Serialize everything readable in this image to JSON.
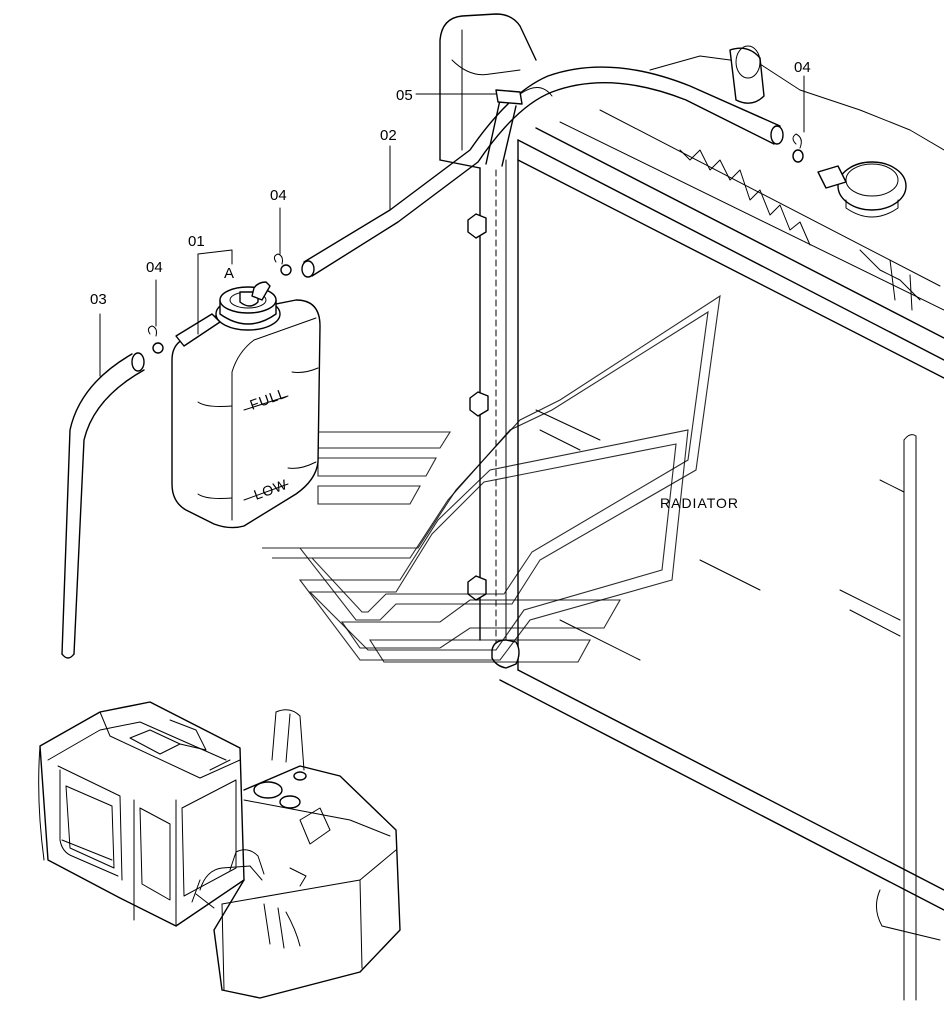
{
  "diagram": {
    "callouts": {
      "c01": "01",
      "c02": "02",
      "c03": "03",
      "c04a": "04",
      "c04b": "04",
      "c04c": "04",
      "c05": "05",
      "view_a": "A"
    },
    "labels": {
      "radiator": "RADIATOR",
      "tank_full": "FULL",
      "tank_low": "LOW"
    }
  }
}
